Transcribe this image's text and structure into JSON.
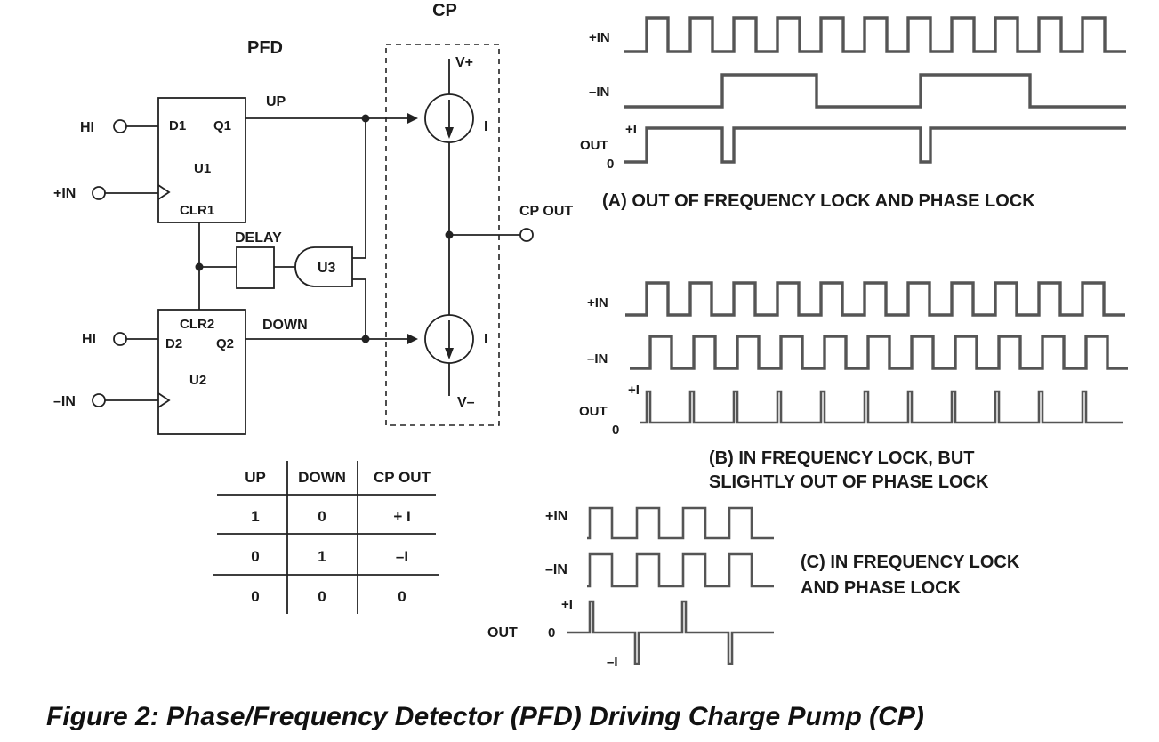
{
  "schematic": {
    "pfd_title": "PFD",
    "cp_title": "CP",
    "hi_top": "HI",
    "hi_bottom": "HI",
    "in_plus": "+IN",
    "in_minus": "–IN",
    "u1": {
      "d": "D1",
      "q": "Q1",
      "name": "U1",
      "clr": "CLR1"
    },
    "u2": {
      "d": "D2",
      "q": "Q2",
      "name": "U2",
      "clr": "CLR2"
    },
    "up": "UP",
    "down": "DOWN",
    "delay": "DELAY",
    "u3": "U3",
    "vplus": "V+",
    "vminus": "V–",
    "i_top": "I",
    "i_bottom": "I",
    "cp_out": "CP OUT"
  },
  "truth_table": {
    "headers": [
      "UP",
      "DOWN",
      "CP OUT"
    ],
    "rows": [
      [
        "1",
        "0",
        "+ I"
      ],
      [
        "0",
        "1",
        "–I"
      ],
      [
        "0",
        "0",
        "0"
      ]
    ]
  },
  "timing_a": {
    "in_plus": "+IN",
    "in_minus": "–IN",
    "out": "OUT",
    "plus_i": "+I",
    "zero": "0",
    "caption": "(A) OUT OF FREQUENCY LOCK AND PHASE LOCK"
  },
  "timing_b": {
    "in_plus": "+IN",
    "in_minus": "–IN",
    "out": "OUT",
    "plus_i": "+I",
    "zero": "0",
    "caption_line1": "(B) IN FREQUENCY LOCK, BUT",
    "caption_line2": "SLIGHTLY OUT OF PHASE LOCK"
  },
  "timing_c": {
    "in_plus": "+IN",
    "in_minus": "–IN",
    "out": "OUT",
    "plus_i": "+I",
    "zero": "0",
    "minus_i": "–I",
    "caption_line1": "(C) IN FREQUENCY LOCK",
    "caption_line2": "AND PHASE LOCK"
  },
  "figure_caption": "Figure 2: Phase/Frequency Detector (PFD) Driving Charge Pump (CP)"
}
